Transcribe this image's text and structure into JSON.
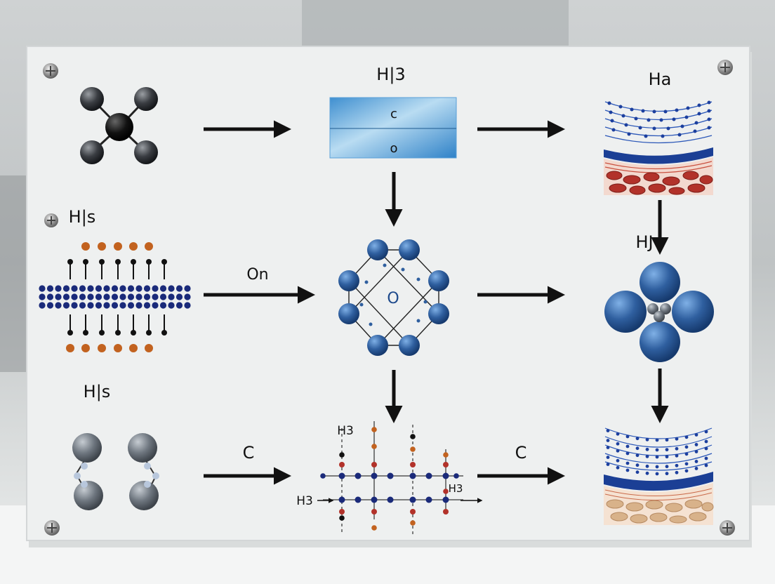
{
  "panel": {
    "labels": {
      "top_middle": "H|3",
      "top_right": "Ha",
      "mid_left": "H|s",
      "bottom_left": "H|s",
      "mid_right": "HJ",
      "bottom_middle_top": "H3",
      "bottom_middle_left": "H3",
      "bottom_middle_right": "H3",
      "arrow_mid_left": "On",
      "arrow_bottom_left": "C",
      "arrow_bottom_right": "C"
    },
    "rect_letters": {
      "upper": "c",
      "lower": "o"
    },
    "ring_center": "O",
    "colors": {
      "board": "#eef0f0",
      "dark_atom": "#2b2b2b",
      "blue_atom": "#2f5f9f",
      "orange_atom": "#c2621f",
      "red_tissue": "#b2322a",
      "tan_tissue": "#d8b28a",
      "navy_dot": "#1a2a7a"
    }
  }
}
